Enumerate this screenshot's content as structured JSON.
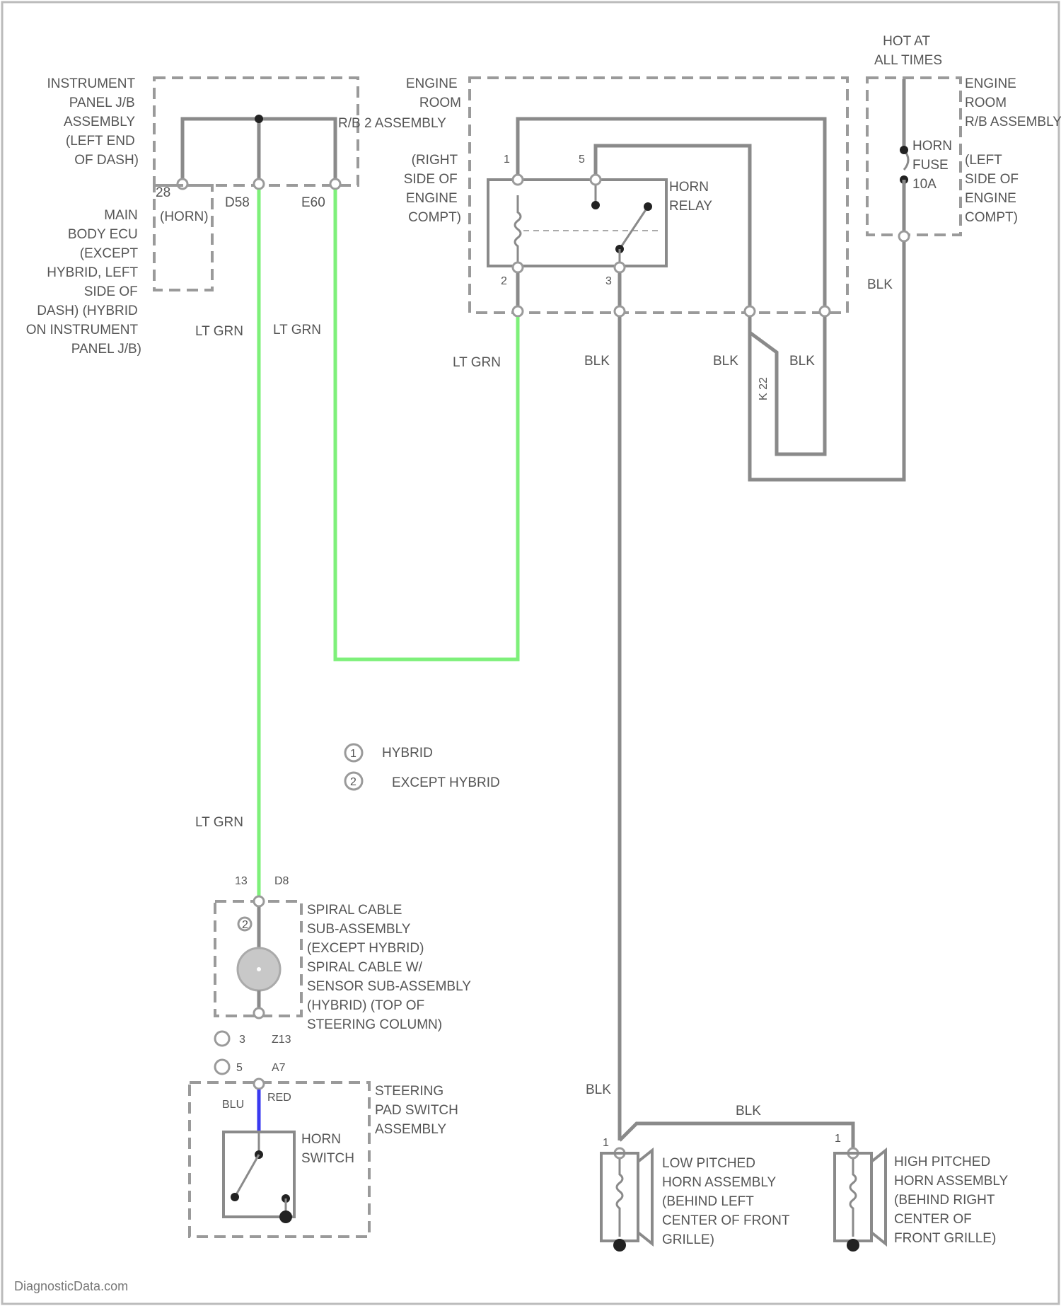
{
  "components": {
    "instrument_panel_jb": [
      "INSTRUMENT",
      "PANEL J/B",
      "ASSEMBLY",
      "(LEFT END",
      "OF DASH)"
    ],
    "main_body_ecu": [
      "MAIN",
      "BODY ECU",
      "(EXCEPT",
      "HYBRID, LEFT",
      "SIDE OF",
      "DASH) (HYBRID",
      "ON INSTRUMENT",
      "PANEL J/B)"
    ],
    "main_body_ecu_inner": "(HORN)",
    "rb2_assembly": "R/B 2 ASSEMBLY",
    "engine_room_left": [
      "ENGINE",
      "ROOM"
    ],
    "right_side_engine": [
      "(RIGHT",
      "SIDE OF",
      "ENGINE",
      "COMPT)"
    ],
    "horn_relay": [
      "HORN",
      "RELAY"
    ],
    "hot_at_all_times": [
      "HOT AT",
      "ALL TIMES"
    ],
    "engine_room_rb": [
      "ENGINE",
      "ROOM",
      "R/B ASSEMBLY"
    ],
    "horn_fuse": [
      "HORN",
      "FUSE",
      "10A"
    ],
    "left_side_engine": [
      "(LEFT",
      "SIDE OF",
      "ENGINE",
      "COMPT)"
    ],
    "spiral_cable": [
      "SPIRAL CABLE",
      "SUB-ASSEMBLY",
      "(EXCEPT HYBRID)",
      "SPIRAL CABLE W/",
      "SENSOR SUB-ASSEMBLY",
      "(HYBRID) (TOP OF",
      "STEERING COLUMN)"
    ],
    "steering_pad": [
      "STEERING",
      "PAD SWITCH",
      "ASSEMBLY"
    ],
    "horn_switch": [
      "HORN",
      "SWITCH"
    ],
    "low_horn": [
      "LOW PITCHED",
      "HORN ASSEMBLY",
      "(BEHIND LEFT",
      "CENTER OF FRONT",
      "GRILLE)"
    ],
    "high_horn": [
      "HIGH PITCHED",
      "HORN ASSEMBLY",
      "(BEHIND RIGHT",
      "CENTER OF",
      "FRONT GRILLE)"
    ]
  },
  "pins": {
    "ecu_pin": "28",
    "jb_d58": "D58",
    "jb_e60": "E60",
    "relay_1": "1",
    "relay_5": "5",
    "relay_2": "2",
    "relay_3": "3",
    "spiral_top_a": "13",
    "spiral_top_b": "D8",
    "spiral_bot_a": "3",
    "spiral_bot_b": "Z13",
    "pad_a": "5",
    "pad_b": "A7",
    "low_pin": "1",
    "high_pin": "1"
  },
  "wires": {
    "lt_grn": "LT GRN",
    "blk": "BLK",
    "blu": "BLU",
    "red": "RED",
    "splice": "K 22"
  },
  "legend": {
    "hybrid_mark": "1",
    "hybrid": "HYBRID",
    "except_mark": "2",
    "except_hybrid": "EXCEPT HYBRID"
  },
  "spiral_marker": "2",
  "watermark": "DiagnosticData.com",
  "colors": {
    "lt_grn_wire": "#7ef07a",
    "blu_wire": "#3a3af0",
    "wire": "#8a8a8a"
  }
}
